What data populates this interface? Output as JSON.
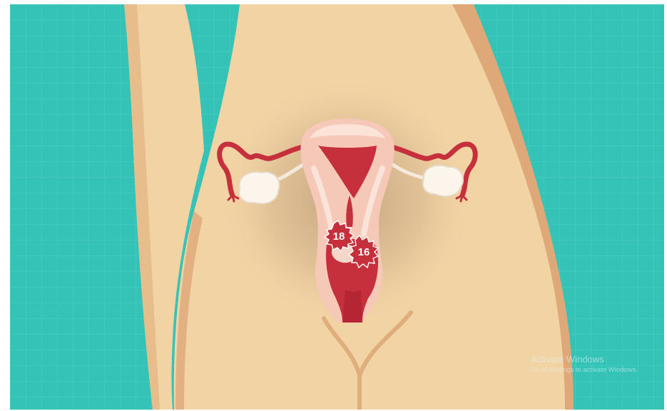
{
  "illustration": {
    "virus_labels": [
      "18",
      "16"
    ],
    "colors": {
      "background": "#35c3b7",
      "skin": "#f2d3a4",
      "skin_shade": "#dfa879",
      "tissue": "#f5c8b8",
      "cavity": "#c62f3c",
      "ovary": "#fbf5ec"
    }
  },
  "watermark": {
    "title": "Activate Windows",
    "subtitle": "Go to Settings to activate Windows."
  }
}
